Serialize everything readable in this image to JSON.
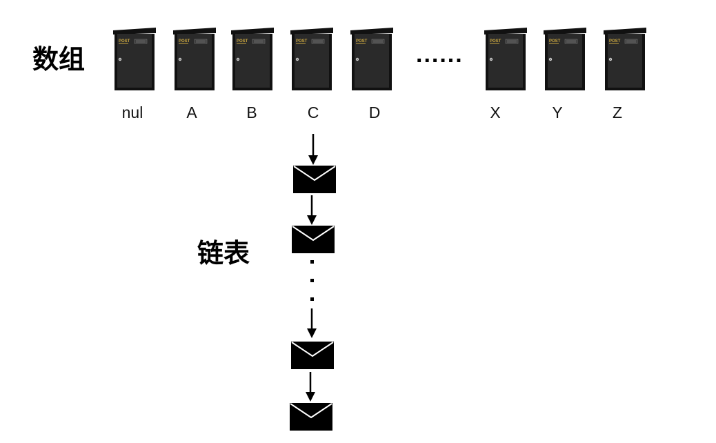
{
  "titles": {
    "array": "数组",
    "linked_list": "链表"
  },
  "mailbox_post_label": "POST",
  "array_slots": [
    {
      "label": "nul"
    },
    {
      "label": "A"
    },
    {
      "label": "B"
    },
    {
      "label": "C"
    },
    {
      "label": "D"
    },
    {
      "label": "X"
    },
    {
      "label": "Y"
    },
    {
      "label": "Z"
    }
  ],
  "ellipsis": "......",
  "linked_list": {
    "nodes_before_gap": 2,
    "nodes_after_gap": 2,
    "gap_dots": 3
  },
  "colors": {
    "mailbox_body": "#2a2a2a",
    "mailbox_dark": "#111111",
    "post_label": "#c9a640",
    "ink": "#000000"
  }
}
